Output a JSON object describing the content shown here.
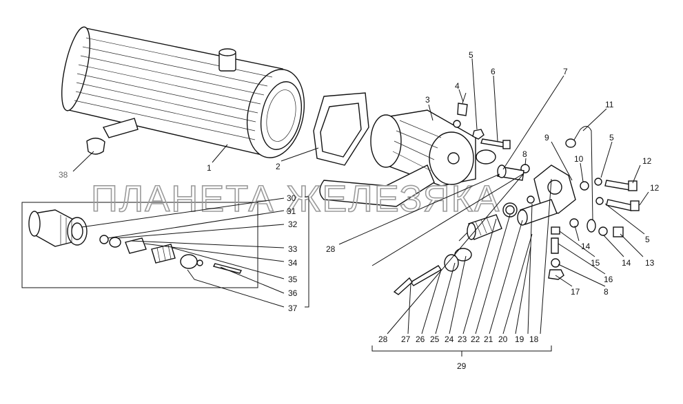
{
  "watermark": "ПЛАНЕТА ЖЕЛЕЗЯКА",
  "callouts": {
    "c1": "1",
    "c2": "2",
    "c3": "3",
    "c4": "4",
    "c5a": "5",
    "c5b": "5",
    "c5c": "5",
    "c6": "6",
    "c7": "7",
    "c8a": "8",
    "c8b": "8",
    "c9": "9",
    "c10": "10",
    "c11": "11",
    "c12a": "12",
    "c12b": "12",
    "c13": "13",
    "c14a": "14",
    "c14b": "14",
    "c15": "15",
    "c16": "16",
    "c17": "17",
    "c18": "18",
    "c19": "19",
    "c20": "20",
    "c21": "21",
    "c22": "22",
    "c23": "23",
    "c24": "24",
    "c25": "25",
    "c26": "26",
    "c27": "27",
    "c28a": "28",
    "c28b": "28",
    "c29": "29",
    "c30": "30",
    "c31": "31",
    "c32": "32",
    "c33": "33",
    "c34": "34",
    "c35": "35",
    "c36": "36",
    "c37": "37",
    "c38": "38"
  }
}
